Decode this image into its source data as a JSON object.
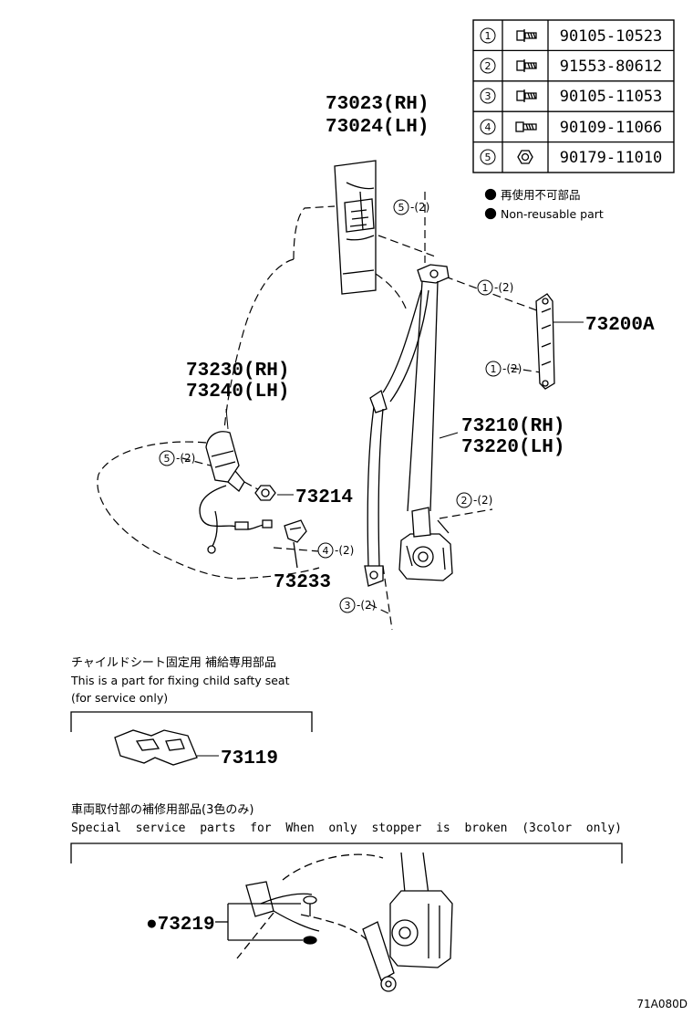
{
  "fastener_table": [
    {
      "index": "1",
      "part_no": "90105-10523",
      "icon": "flange-bolt-icon"
    },
    {
      "index": "2",
      "part_no": "91553-80612",
      "icon": "flange-bolt-icon"
    },
    {
      "index": "3",
      "part_no": "90105-11053",
      "icon": "flange-bolt-icon"
    },
    {
      "index": "4",
      "part_no": "90109-11066",
      "icon": "bolt-icon"
    },
    {
      "index": "5",
      "part_no": "90179-11010",
      "icon": "hex-nut-icon"
    }
  ],
  "legend": {
    "jp": "再使用不可部品",
    "en": "Non-reusable part"
  },
  "labels": {
    "p73023": "73023(RH)",
    "p73024": "73024(LH)",
    "p73230": "73230(RH)",
    "p73240": "73240(LH)",
    "p73210": "73210(RH)",
    "p73220": "73220(LH)",
    "p73200A": "73200A",
    "p73214": "73214",
    "p73233": "73233",
    "p73119": "73119",
    "p73219": "●73219"
  },
  "callouts": {
    "c5a": {
      "index": "5",
      "qty": "-(2)"
    },
    "c1a": {
      "index": "1",
      "qty": "-(2)"
    },
    "c1b": {
      "index": "1",
      "qty": "-(2)"
    },
    "c5b": {
      "index": "5",
      "qty": "-(2)"
    },
    "c2": {
      "index": "2",
      "qty": "-(2)"
    },
    "c4": {
      "index": "4",
      "qty": "-(2)"
    },
    "c3": {
      "index": "3",
      "qty": "-(2)"
    }
  },
  "child_seat_note": {
    "jp": "チャイルドシート固定用  補給専用部品",
    "en1": "This is a part for fixing child safty seat",
    "en2": "(for service only)"
  },
  "special_note": {
    "jp": "車両取付部の補修用部品(3色のみ)",
    "en": "Special  service  parts  for  When  only  stopper  is  broken  (3color  only)"
  },
  "drawing_code": "71A080D"
}
